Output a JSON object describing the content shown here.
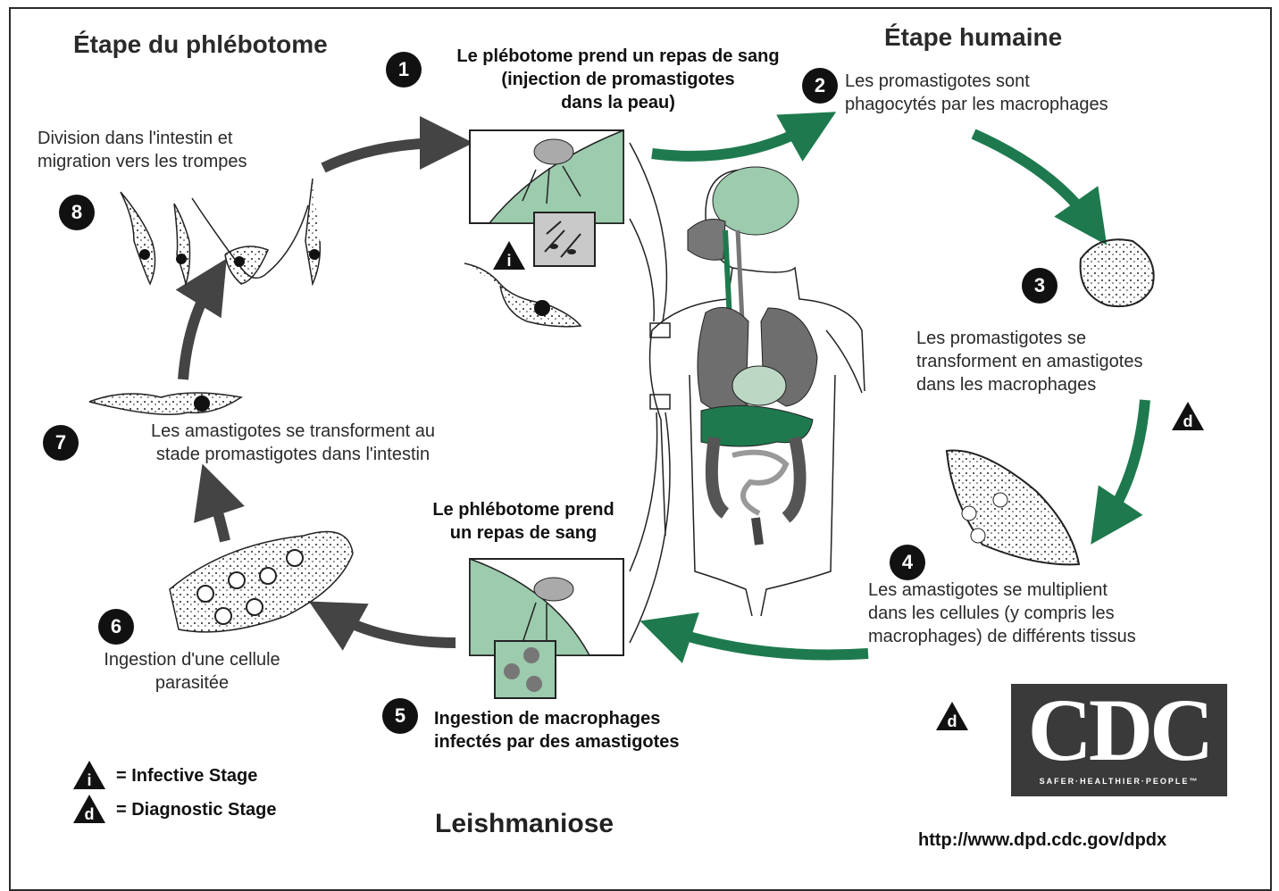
{
  "headings": {
    "sandfly_stage": "Étape du phlébotome",
    "human_stage": "Étape humaine"
  },
  "steps": [
    {
      "num": "1",
      "text": [
        "Le plébotome prend un repas de sang",
        "(injection de promastigotes",
        "dans la peau)"
      ]
    },
    {
      "num": "2",
      "text": [
        "Les promastigotes sont",
        "phagocytés par les macrophages"
      ]
    },
    {
      "num": "3",
      "text": [
        "Les promastigotes se",
        "transforment en amastigotes",
        "dans les macrophages"
      ]
    },
    {
      "num": "4",
      "text": [
        "Les amastigotes se multiplient",
        "dans les cellules (y compris les",
        "macrophages) de différents tissus"
      ]
    },
    {
      "num": "5",
      "text": [
        "Ingestion de macrophages",
        "infectés par des amastigotes"
      ]
    },
    {
      "num": "6",
      "text": [
        "Ingestion d'une cellule",
        "parasitée"
      ]
    },
    {
      "num": "7",
      "text": [
        "Les amastigotes se transforment au",
        "stade promastigotes dans l'intestin"
      ]
    },
    {
      "num": "8",
      "text": [
        "Division dans l'intestin et",
        "migration vers les trompes"
      ]
    }
  ],
  "sandfly_meal_label": [
    "Le phlébotome prend",
    "un repas de sang"
  ],
  "legend": {
    "infective_letter": "i",
    "infective": "= Infective Stage",
    "diagnostic_letter": "d",
    "diagnostic": "= Diagnostic Stage"
  },
  "title": "Leishmaniose",
  "logo": {
    "text": "CDC",
    "tagline": "SAFER·HEALTHIER·PEOPLE™"
  },
  "url": "http://www.dpd.cdc.gov/dpdx",
  "colors": {
    "green": "#1e7a4e",
    "light_green": "#9ccbad",
    "dark_arrow": "#444444",
    "organ_gray": "#6e6e6e"
  }
}
